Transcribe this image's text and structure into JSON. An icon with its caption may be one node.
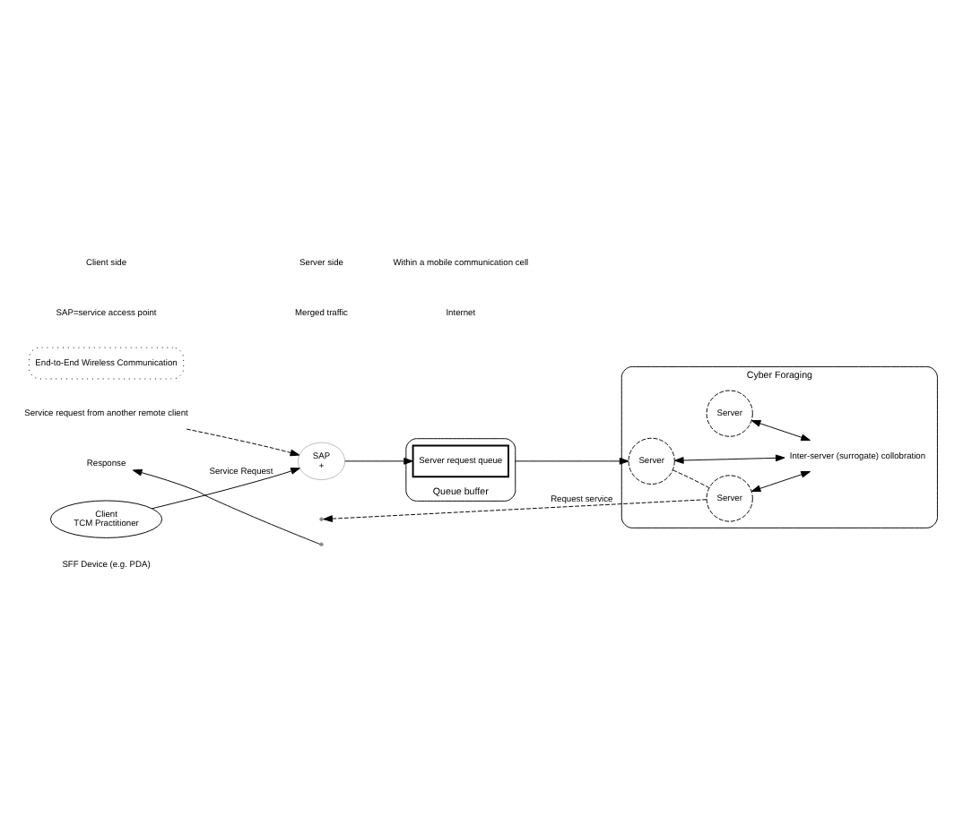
{
  "diagram": {
    "nodes": [
      {
        "text": [
          "Service request from another remote client"
        ]
      },
      {
        "text": [
          "Client",
          "TCM Practitioner"
        ],
        "beside": [
          "SFF Device (e.g. PDA)"
        ]
      },
      {
        "text": [
          "Cyber Foraging"
        ]
      },
      {
        "text": [
          "Server"
        ],
        "in": 2
      },
      {
        "text": [
          "End-to-End Wireless Communication"
        ]
      },
      {
        "text": [
          "SAP",
          "+"
        ]
      },
      {
        "text": [
          "Queue buffer"
        ]
      },
      {
        "text": [
          "Server request queue"
        ],
        "in": 6
      },
      {
        "text": [
          "Server"
        ],
        "in": 2
      },
      {
        "text": [
          "Server"
        ],
        "in": 2
      },
      {
        "text": [
          "Inter-server (surrogate) collobration"
        ],
        "in": 2
      },
      {
        "text": [
          "Response"
        ]
      }
    ],
    "edges": [
      {
        "from": 1,
        "to": 5,
        "arrow": "to",
        "label": "Service Request"
      },
      {
        "from": 0,
        "to": 5,
        "arrow": "to",
        "style": "dashed"
      },
      {
        "from": 5,
        "to": 7,
        "arrow": "to"
      },
      {
        "from": 6,
        "to": 8,
        "arrow": "to"
      },
      {
        "from": 8,
        "to": 9,
        "arrow": "none",
        "style": "dashed"
      },
      {
        "from": 9,
        "to": null,
        "arrow": "to",
        "style": "dashed",
        "label": "Request service"
      },
      {
        "from": null,
        "to": 11,
        "arrow": "to"
      },
      {
        "from": 3,
        "to": 10,
        "arrow": "both"
      },
      {
        "from": 8,
        "to": 10,
        "arrow": "both"
      },
      {
        "from": 9,
        "to": 10,
        "arrow": "both"
      }
    ],
    "labels": [
      "SAP=service access point",
      "Merged traffic",
      "Internet",
      "Client side",
      "Server side",
      "Within a mobile communication cell"
    ]
  }
}
